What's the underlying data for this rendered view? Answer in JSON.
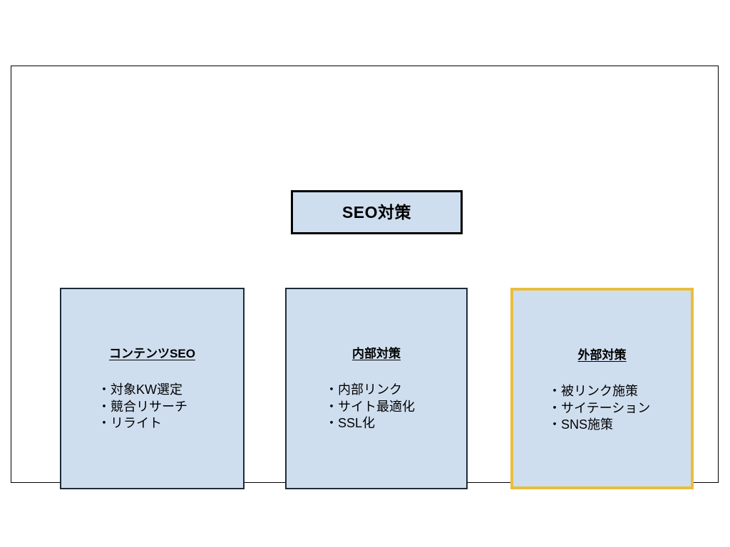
{
  "slide": {
    "background_color": "#ffffff",
    "frame_border_color": "#000000"
  },
  "diagram": {
    "type": "hierarchy",
    "root": {
      "label": "SEO対策",
      "fill_color": "#cfdeef",
      "border_color": "#000000"
    },
    "categories": [
      {
        "id": "content-seo",
        "title": "コンテンツSEO",
        "fill_color": "#cfdeef",
        "border_color": "#1f2a38",
        "highlighted": false,
        "items": [
          "・対象KW選定",
          "・競合リサーチ",
          "・リライト"
        ]
      },
      {
        "id": "internal",
        "title": "内部対策",
        "fill_color": "#cfdeef",
        "border_color": "#1f2a38",
        "highlighted": false,
        "items": [
          "・内部リンク",
          "・サイト最適化",
          "・SSL化"
        ]
      },
      {
        "id": "external",
        "title": "外部対策",
        "fill_color": "#cfdeef",
        "border_color": "#e9be3c",
        "highlighted": true,
        "items": [
          "・被リンク施策",
          "・サイテーション",
          "・SNS施策"
        ]
      }
    ]
  }
}
